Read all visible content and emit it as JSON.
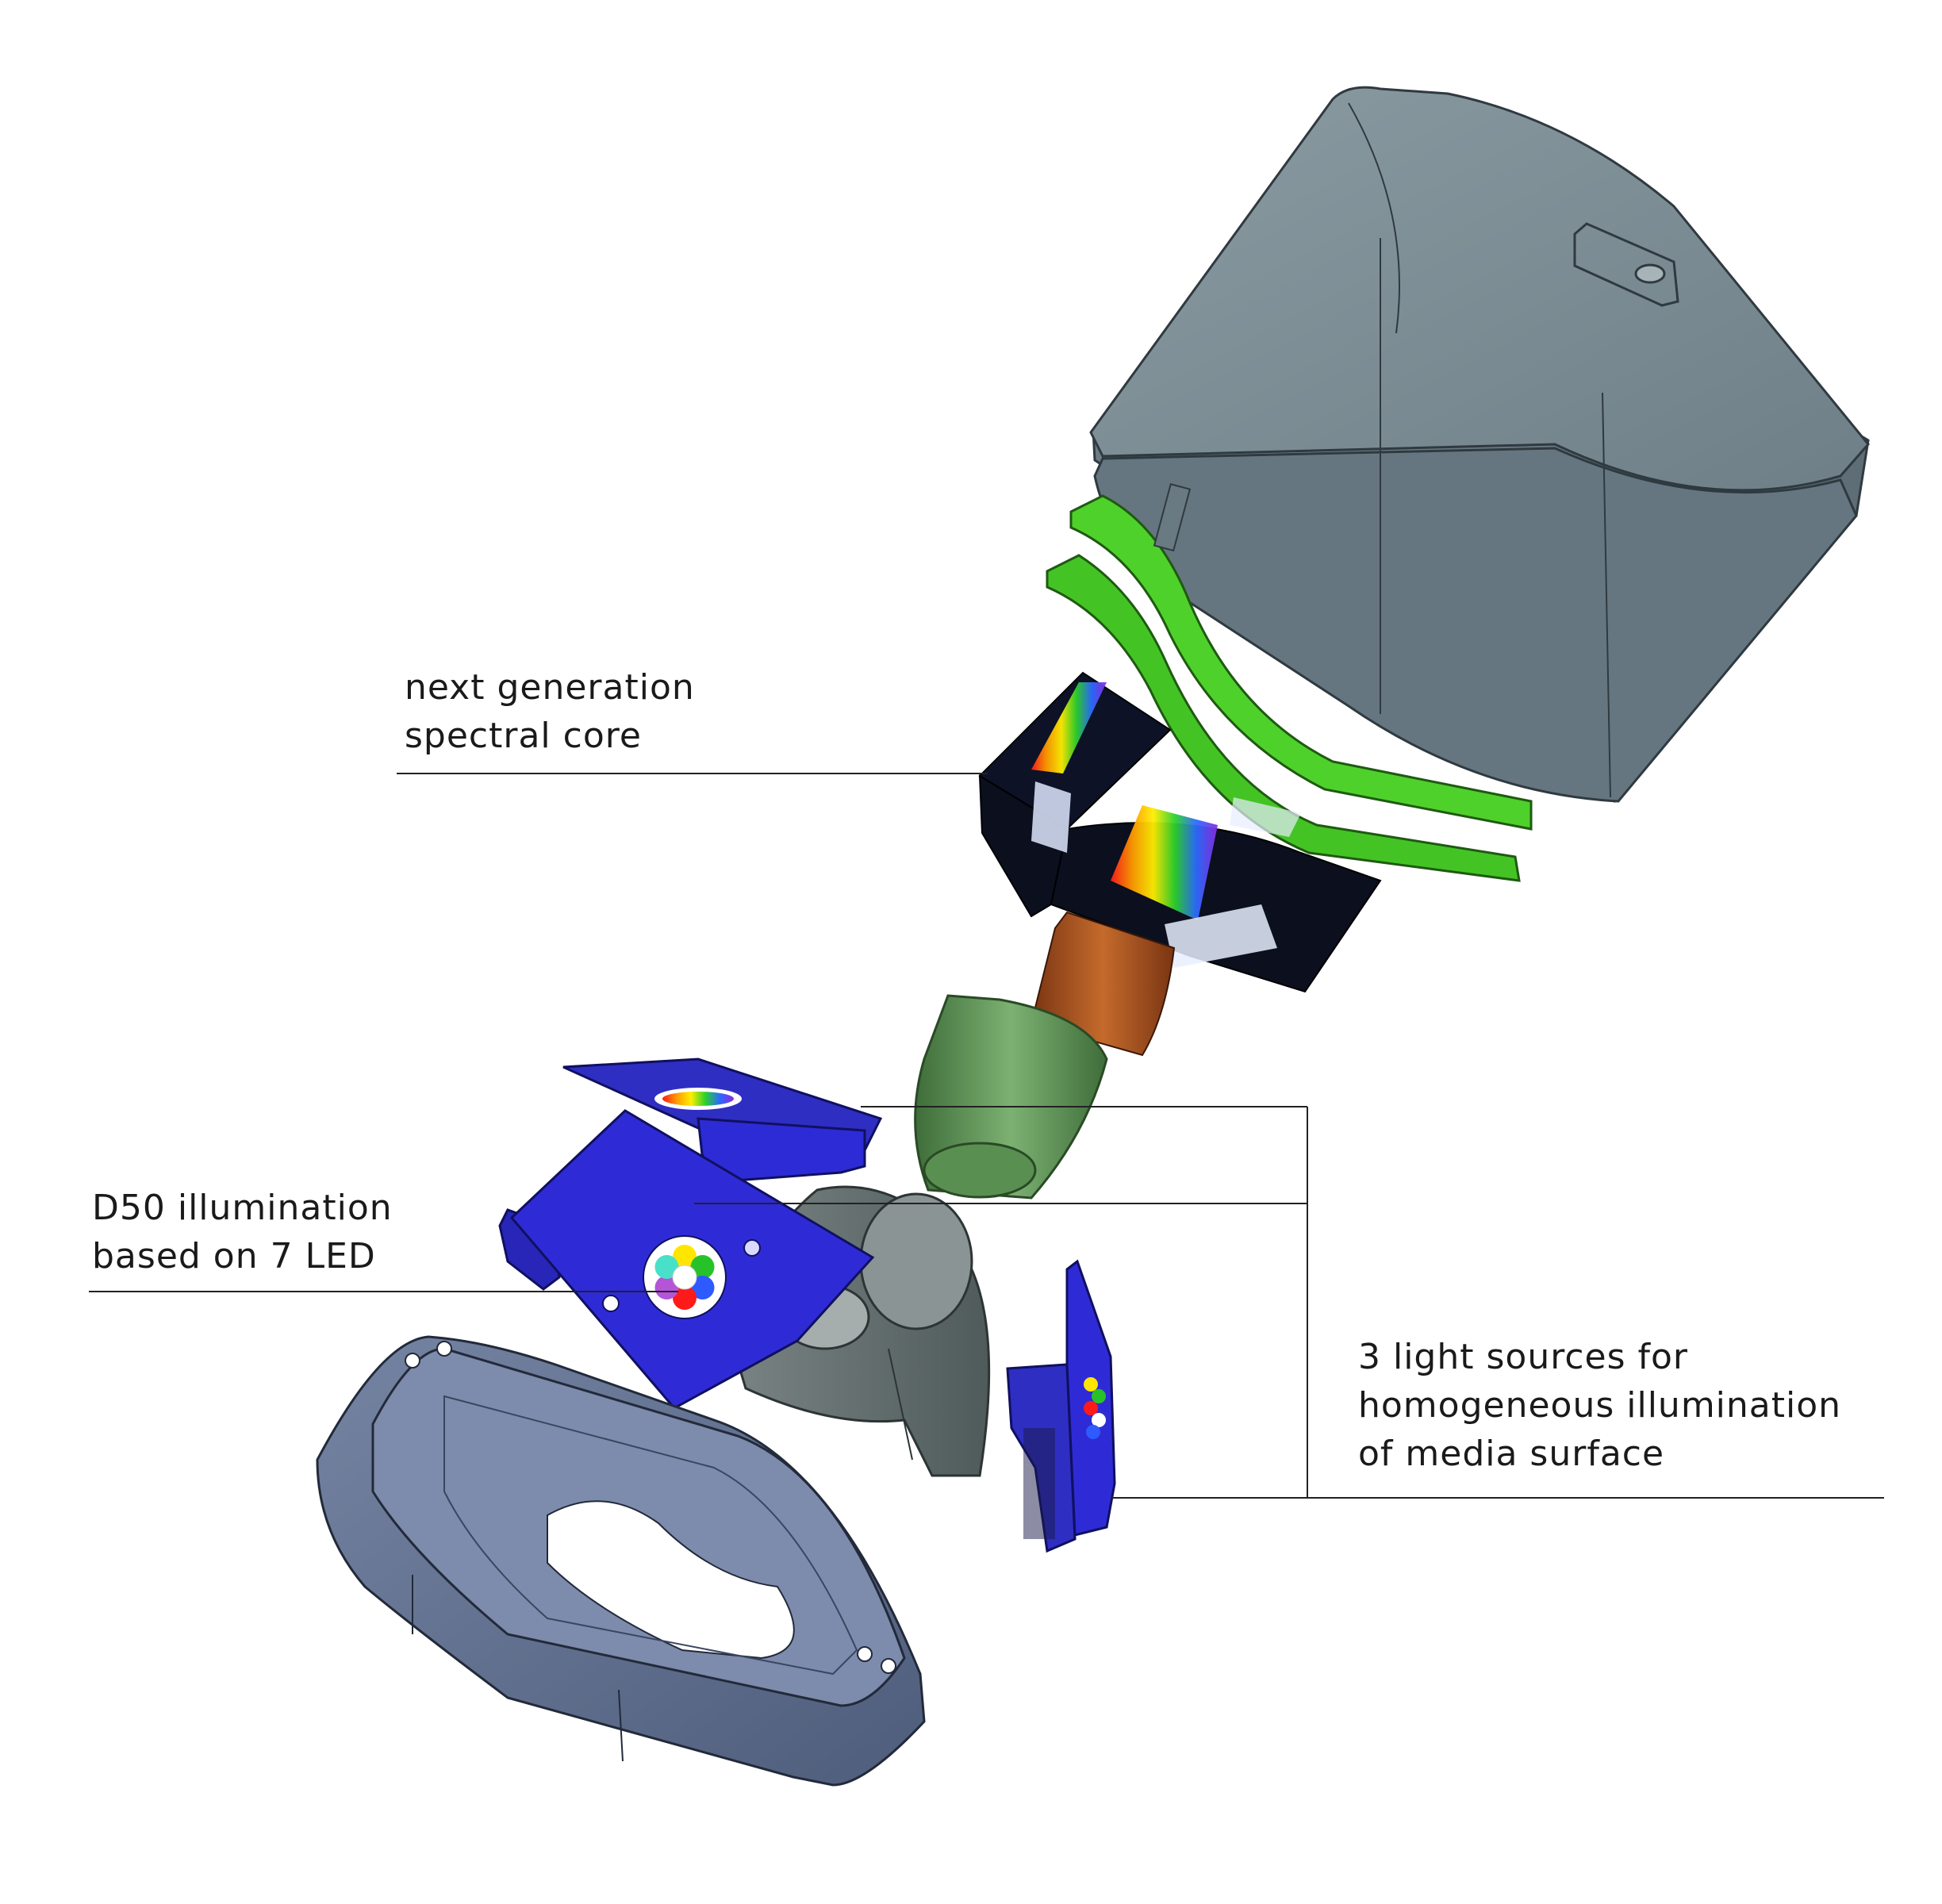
{
  "callouts": {
    "spectral_core": {
      "line1": "next generation",
      "line2": "spectral core"
    },
    "d50": {
      "line1": "D50 illumination",
      "line2": "based on 7 LED"
    },
    "light_sources": {
      "line1": "3 light sources for",
      "line2": "homogeneous illumination",
      "line3": "of media surface"
    }
  },
  "colors": {
    "housing_gray": "#7a8a91",
    "board_green": "#4ccf2b",
    "prism_dark": "#0b0f1e",
    "led_board_blue": "#2e2bd6",
    "lens_orange": "#b2561f",
    "lens_green": "#5f9a55",
    "base_slate": "#5f6e8f",
    "leader_line": "#222222"
  },
  "led_colors": [
    "#ffe600",
    "#27c22a",
    "#2d5bff",
    "#ff1a1a",
    "#ffffff",
    "#b455d8",
    "#48e0c8"
  ]
}
